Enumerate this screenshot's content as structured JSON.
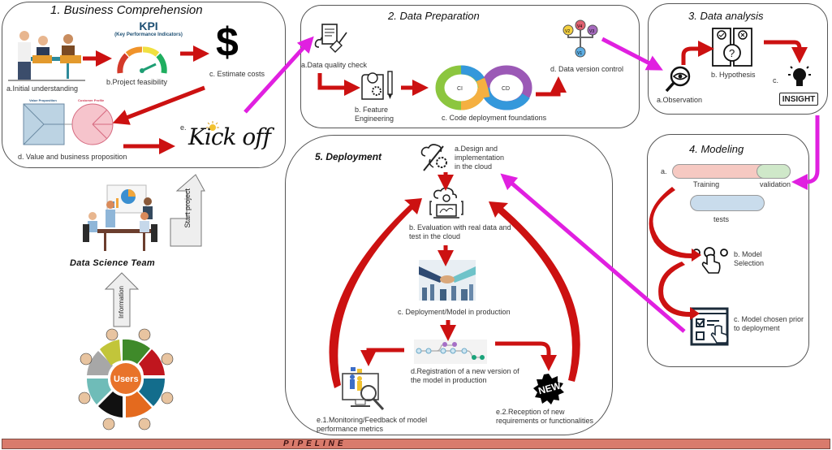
{
  "footer": {
    "label": "PIPELINE",
    "color": "#d97b6c"
  },
  "accent_colors": {
    "flow_arrow": "#cc1111",
    "pipeline_link": "#e020e0",
    "box_border": "#555555"
  },
  "stage1": {
    "title": "1. Business Comprehension",
    "kpi_title": "KPI",
    "kpi_subtitle": "(Key Performance Indicators)",
    "dollar": "$",
    "steps": {
      "a": "a.Initial understanding",
      "b": "b.Project feasibility",
      "c": "c. Estimate costs",
      "d": "d. Value and business proposition",
      "e": "e.",
      "kickoff": "Kick off"
    },
    "canvas_headers": {
      "left": "Value Proposition",
      "right": "Customer Profile"
    }
  },
  "stage2": {
    "title": "2. Data Preparation",
    "steps": {
      "a": "a.Data quality check",
      "b": "b. Feature Engineering",
      "c": "c. Code deployment foundations",
      "d": "d. Data version control"
    },
    "ci_label": "CI",
    "cd_label": "CD",
    "versions": [
      "V1",
      "V2",
      "V3",
      "V4"
    ]
  },
  "stage3": {
    "title": "3. Data analysis",
    "steps": {
      "a": "a.Observation",
      "b": "b. Hypothesis",
      "c": "c."
    },
    "insight_label": "INSIGHT"
  },
  "stage4": {
    "title": "4. Modeling",
    "steps": {
      "a": "a.",
      "training": "Training",
      "validation": "validation",
      "tests": "tests",
      "b": "b. Model Selection",
      "c": "c. Model chosen prior to deployment"
    },
    "split_colors": {
      "training": "#f6c9c2",
      "validation": "#cfe8c9",
      "tests": "#c9dcec"
    }
  },
  "stage5": {
    "title": "5. Deployment",
    "steps": {
      "a": "a.Design and implementation in the cloud",
      "b": "b. Evaluation with real data and test in the cloud",
      "c": "c. Deployment/Model in production",
      "d": "d.Registration of a new version of the model in production",
      "e1": "e.1.Monitoring/Feedback of model performance metrics",
      "e2": "e.2.Reception of new requirements or functionalities"
    },
    "new_badge": "NEW"
  },
  "team": {
    "label": "Data Science Team",
    "start_arrow": "Start project",
    "info_arrow": "Information",
    "users_label": "Users"
  }
}
